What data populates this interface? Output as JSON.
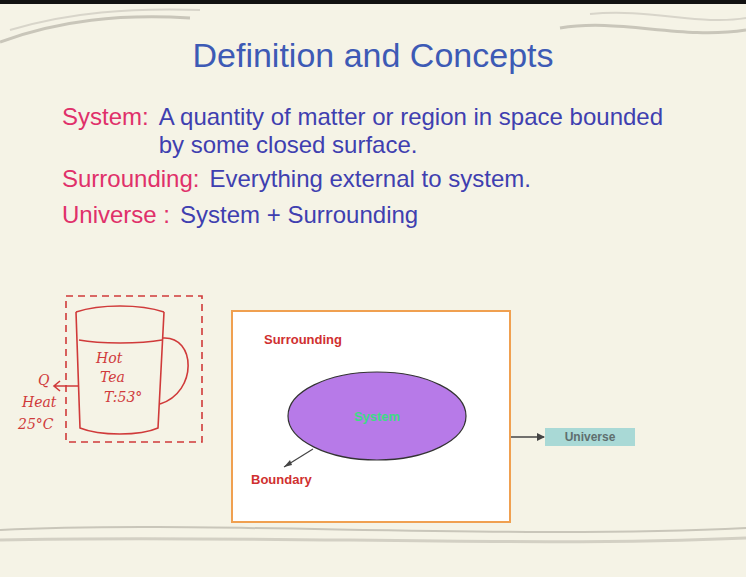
{
  "diagram": {
    "title": "Definition and Concepts",
    "nodes": [
      {
        "text": [
          "Surrounding"
        ]
      },
      {
        "text": [
          "System"
        ],
        "in": 0
      },
      {
        "text": [
          "Universe"
        ]
      }
    ],
    "edges": [
      {
        "from": 0,
        "to": 2,
        "arrow": "to"
      }
    ],
    "labels": [
      "System:",
      "A quantity of matter or region in space bounded by some closed surface.",
      "Surrounding:",
      "Everything external to system.",
      "Universe :",
      "System + Surrounding",
      "Boundary",
      "Hot",
      "Tea",
      "T:53°",
      "Q",
      "Heat",
      "25°C"
    ]
  }
}
